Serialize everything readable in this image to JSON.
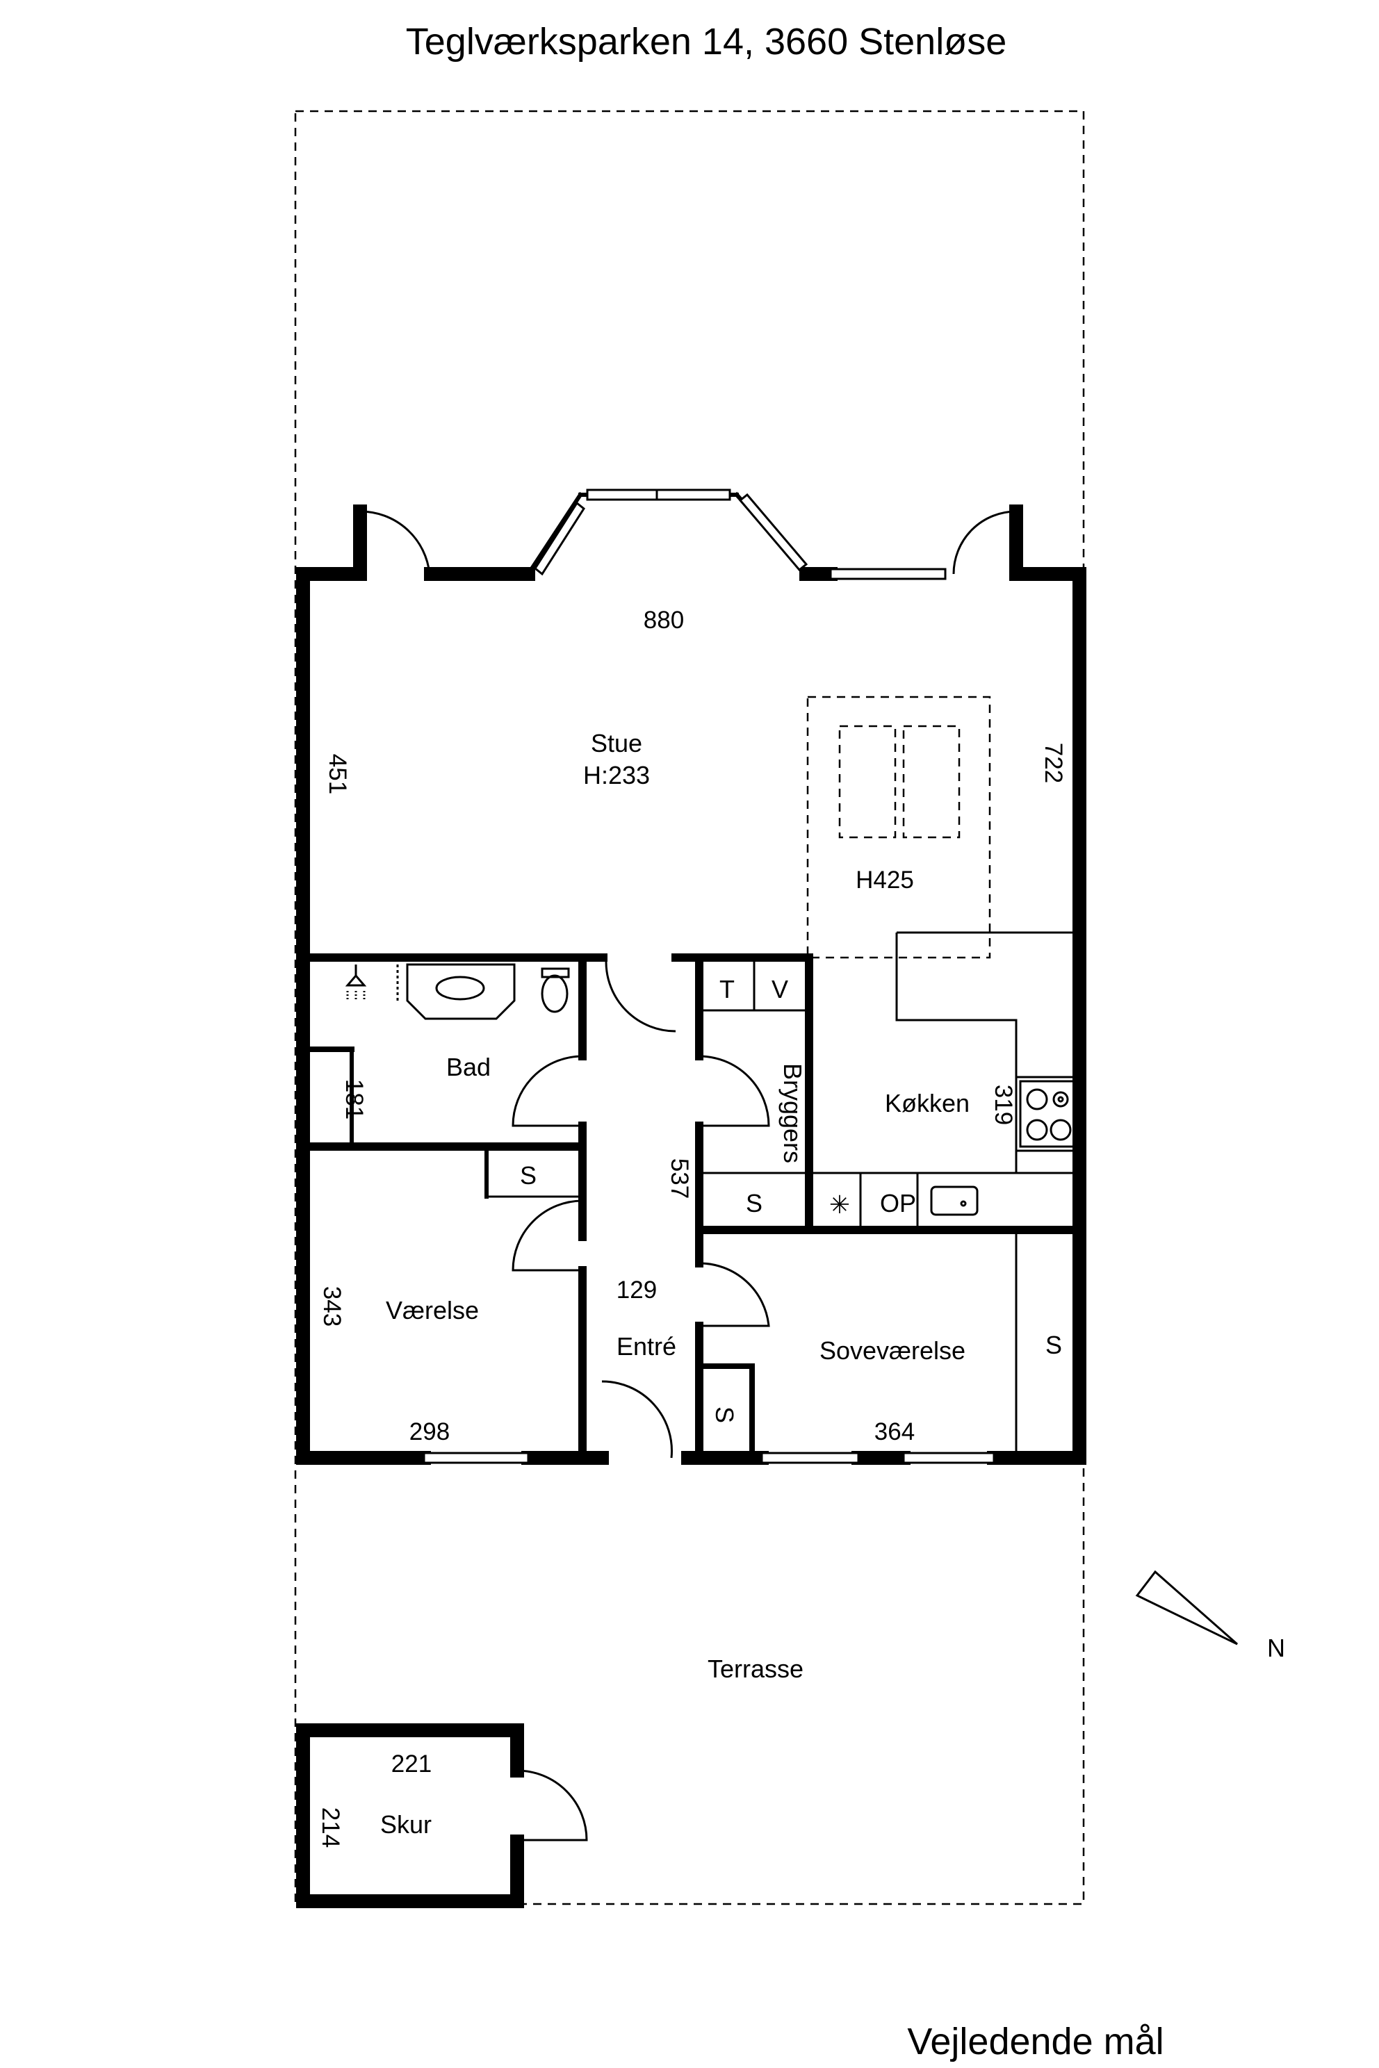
{
  "title": "Teglværksparken 14, 3660 Stenløse",
  "footer": "Vejledende mål",
  "compass": {
    "label": "N"
  },
  "rooms": {
    "stue": {
      "name": "Stue",
      "height": "H:233",
      "width_dim": "880",
      "left_dim": "451",
      "right_dim": "722"
    },
    "vaulted": {
      "label": "H425"
    },
    "bad": {
      "name": "Bad",
      "dim": "181"
    },
    "koekken": {
      "name": "Køkken",
      "dim": "319"
    },
    "bryggers": {
      "name": "Bryggers",
      "dim": "537"
    },
    "vaerelse": {
      "name": "Værelse",
      "left_dim": "343",
      "bottom_dim": "298"
    },
    "entre": {
      "name": "Entré",
      "dim": "129"
    },
    "sovevaerelse": {
      "name": "Soveværelse",
      "bottom_dim": "364"
    },
    "terrasse": {
      "name": "Terrasse"
    },
    "skur": {
      "name": "Skur",
      "top_dim": "221",
      "left_dim": "214"
    }
  },
  "fixtures": {
    "t": "T",
    "v": "V",
    "s": "S",
    "op": "OP",
    "fan": "✳"
  }
}
